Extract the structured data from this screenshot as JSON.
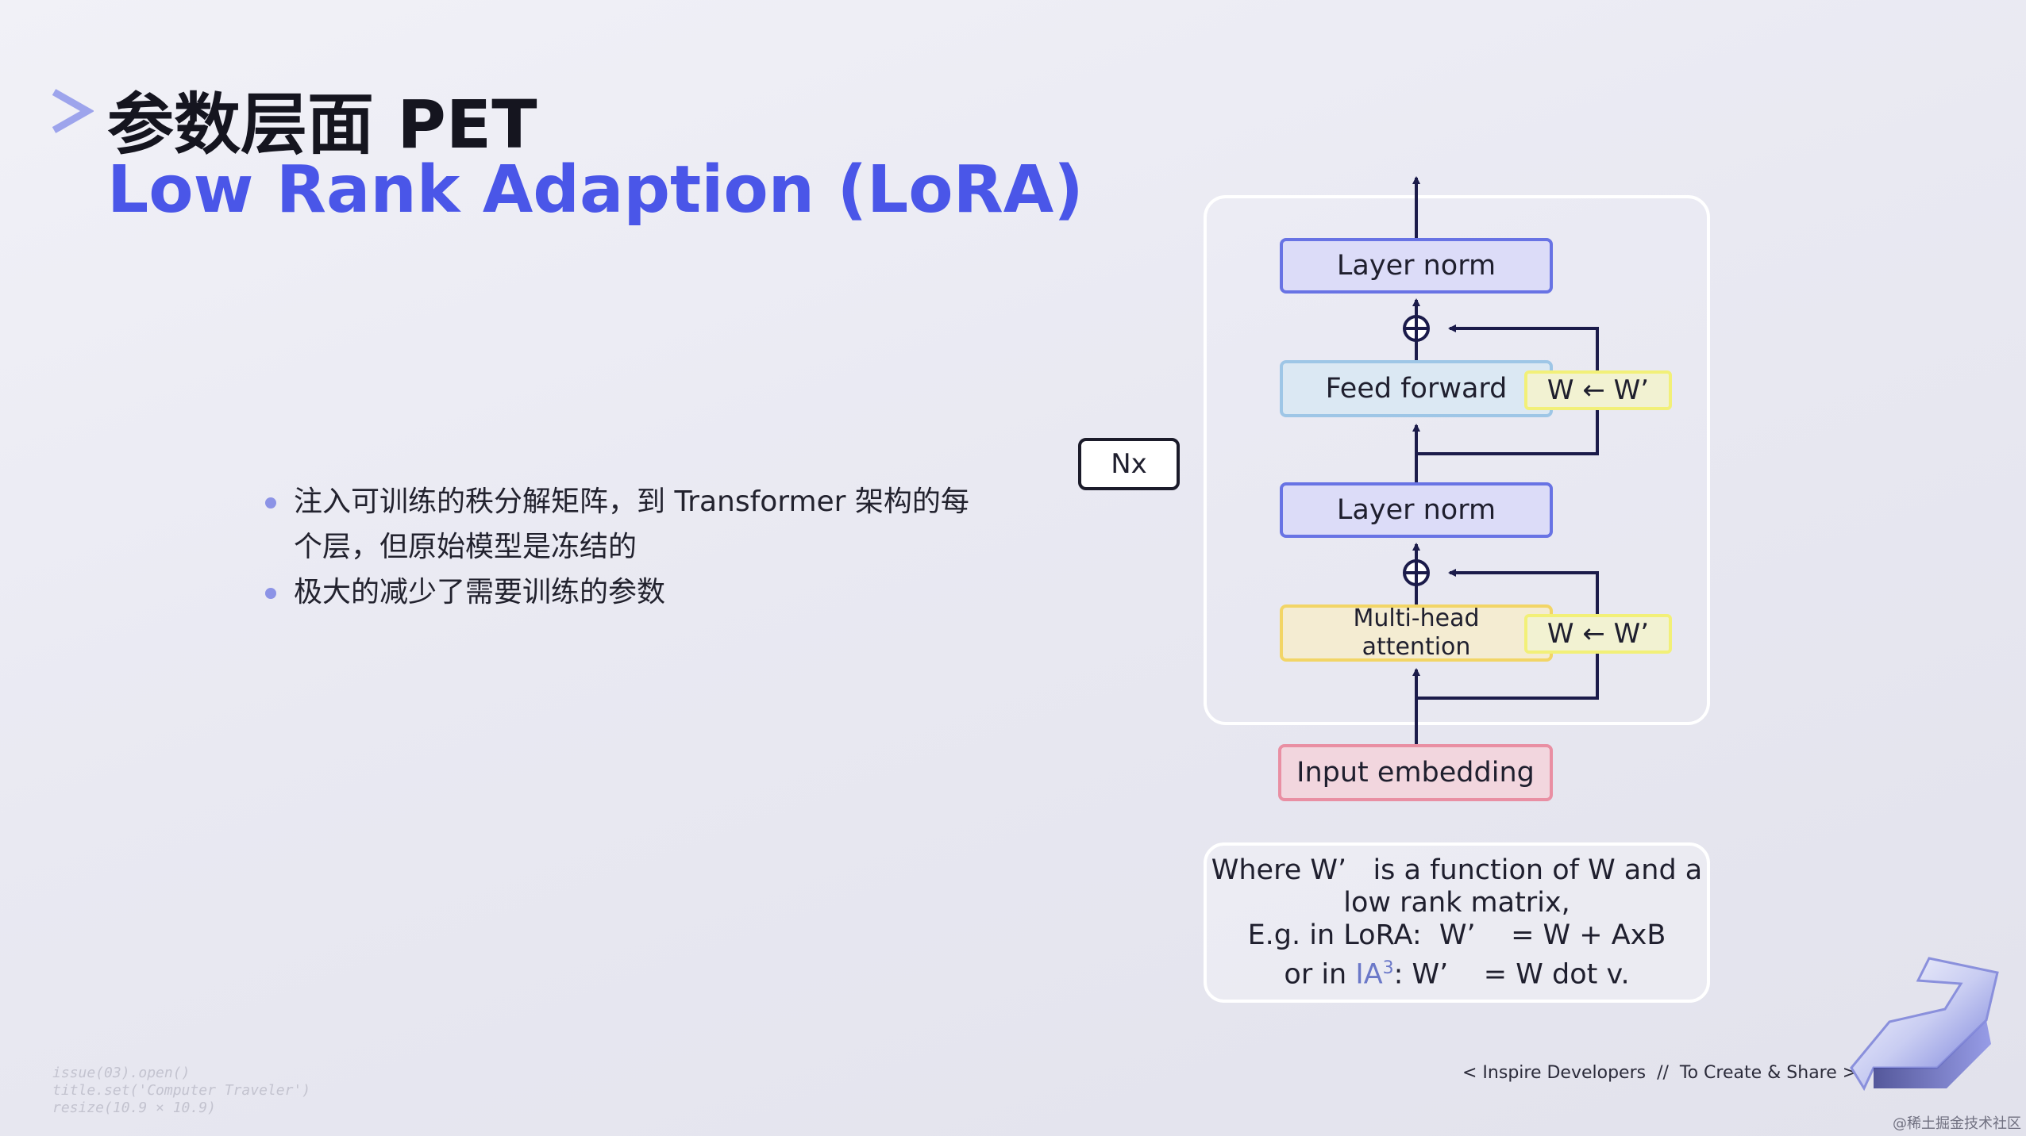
{
  "slide": {
    "title_cn": "参数层面 PET",
    "title_en": "Low Rank Adaption (LoRA)",
    "bullets": [
      "注入可训练的秩分解矩阵，到 Transformer 架构的每个层，但原始模型是冻结的",
      "极大的减少了需要训练的参数"
    ]
  },
  "diagram": {
    "layer_norm_top": "Layer norm",
    "feed_forward": "Feed forward",
    "w_update_1": "W ← W’",
    "layer_norm_mid": "Layer norm",
    "multi_head_line1": "Multi-head",
    "multi_head_line2": "attention",
    "w_update_2": "W ← W’",
    "input_embedding": "Input embedding",
    "nx": "Nx"
  },
  "note": {
    "line1": "Where W’   is a function of W and a",
    "line2": "low rank matrix,",
    "line3": "E.g. in LoRA:  W’    = W + AxB",
    "line4_prefix": "or in ",
    "line4_ia": "IA",
    "line4_sup": "3",
    "line4_suffix": ": W’    = W dot v."
  },
  "footer": {
    "tagline": "< Inspire Developers  //  To Create & Share >",
    "code_line1": "issue(03).open()",
    "code_line2": "title.set('Computer Traveler')",
    "code_line3": "resize(10.9 × 10.9)",
    "watermark": "@稀土掘金技术社区"
  },
  "colors": {
    "title_accent": "#4a56e8",
    "layer_norm_border": "#6873e4",
    "feed_forward_border": "#9ec6e6",
    "attention_border": "#f2d566",
    "embedding_border": "#e98fa3",
    "w_box_border": "#f2f078",
    "arrow": "#1b1b4a"
  }
}
